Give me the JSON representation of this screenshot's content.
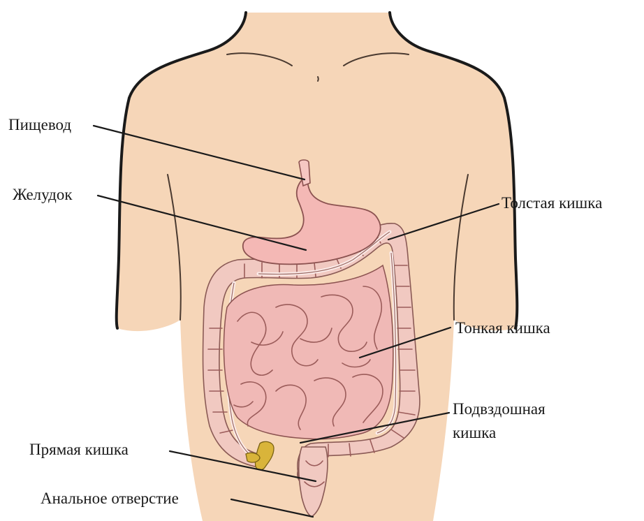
{
  "labels": {
    "esophagus": "Пищевод",
    "stomach": "Желудок",
    "large_intestine": "Толстая кишка",
    "small_intestine": "Тонкая кишка",
    "ileum_line1": "Подвздошная",
    "ileum_line2": "кишка",
    "rectum": "Прямая кишка",
    "anus": "Анальное отверстие"
  },
  "colors": {
    "skin": "#f6d6b8",
    "outline": "#1a1a1a",
    "intestine": "#f0b9b6",
    "colon": "#f1c9c1",
    "appendix": "#d9b43a"
  }
}
